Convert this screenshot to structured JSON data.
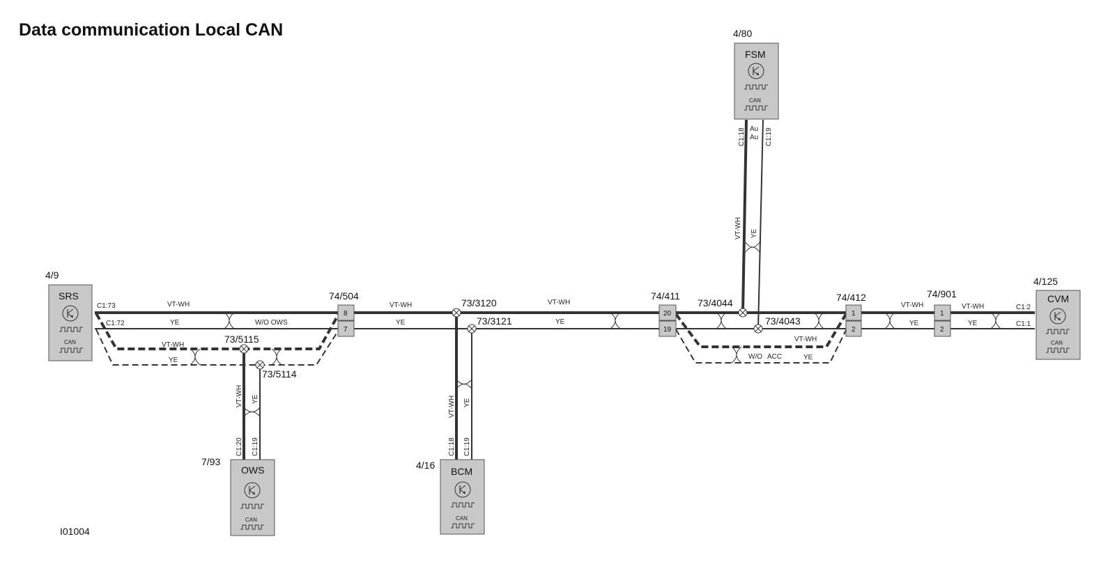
{
  "title": "Data communication Local CAN",
  "figure_id": "I01004",
  "modules": {
    "srs": {
      "name": "SRS",
      "ref": "4/9",
      "can": "CAN"
    },
    "fsm": {
      "name": "FSM",
      "ref": "4/80",
      "can": "CAN"
    },
    "cvm": {
      "name": "CVM",
      "ref": "4/125",
      "can": "CAN"
    },
    "ows": {
      "name": "OWS",
      "ref": "7/93",
      "can": "CAN"
    },
    "bcm": {
      "name": "BCM",
      "ref": "4/16",
      "can": "CAN"
    }
  },
  "connectors": {
    "c504": {
      "ref": "74/504",
      "pin_a": "8",
      "pin_b": "7"
    },
    "c411": {
      "ref": "74/411",
      "pin_a": "20",
      "pin_b": "19"
    },
    "c412": {
      "ref": "74/412",
      "pin_a": "1",
      "pin_b": "2"
    },
    "c901": {
      "ref": "74/901",
      "pin_a": "1",
      "pin_b": "2"
    }
  },
  "splices": {
    "s3120": "73/3120",
    "s3121": "73/3121",
    "s5115": "73/5115",
    "s5114": "73/5114",
    "s4044": "73/4044",
    "s4043": "73/4043"
  },
  "pins": {
    "srs_a": "C1:73",
    "srs_b": "C1:72",
    "cvm_a": "C1:2",
    "cvm_b": "C1:1",
    "fsm_a": "C1:18",
    "fsm_b": "C1:19",
    "ows_a": "C1:20",
    "ows_b": "C1:19",
    "bcm_a": "C1:18",
    "bcm_b": "C1:19"
  },
  "wire_colors": {
    "hi": "VT-WH",
    "lo": "YE"
  },
  "au": "Au",
  "notes": {
    "without_ows": "W/O OWS",
    "without": "W/O",
    "acc": "ACC"
  }
}
